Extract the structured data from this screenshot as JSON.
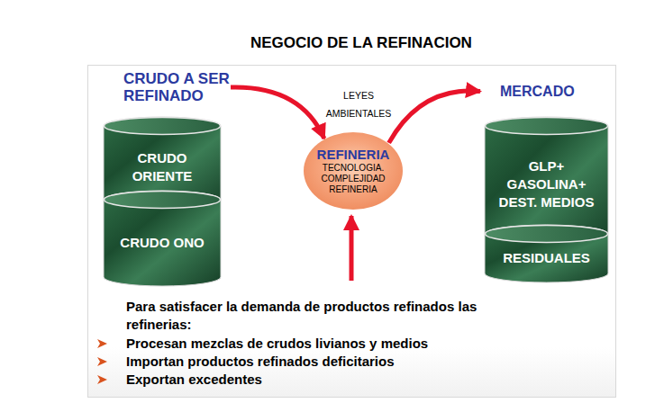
{
  "diagram": {
    "title": "NEGOCIO DE LA REFINACION",
    "nodes": [
      {
        "text": [
          "CRUDO A SER REFINADO"
        ]
      },
      {
        "text": [
          "CRUDO ORIENTE"
        ],
        "in": 0
      },
      {
        "text": [
          "CRUDO ONO"
        ],
        "in": 0
      },
      {
        "text": [
          "REFINERIA",
          "TECNOLOGIA. COMPLEJIDAD REFINERIA"
        ]
      },
      {
        "text": [
          "MERCADO"
        ]
      },
      {
        "text": [
          "GLP+ GASOLINA+ DEST. MEDIOS"
        ],
        "in": 4
      },
      {
        "text": [
          "RESIDUALES"
        ],
        "in": 4
      }
    ],
    "edges": [
      {
        "from": 0,
        "to": 3,
        "arrow": "to"
      },
      {
        "from": 3,
        "to": 4,
        "arrow": "to"
      }
    ],
    "labels": [
      "LEYES AMBIENTALES",
      "Para satisfacer la demanda de productos refinados  las refinerias:",
      "Procesan mezclas de crudos livianos  y medios",
      "Importan productos refinados deficitarios",
      "Exportan excedentes"
    ]
  }
}
